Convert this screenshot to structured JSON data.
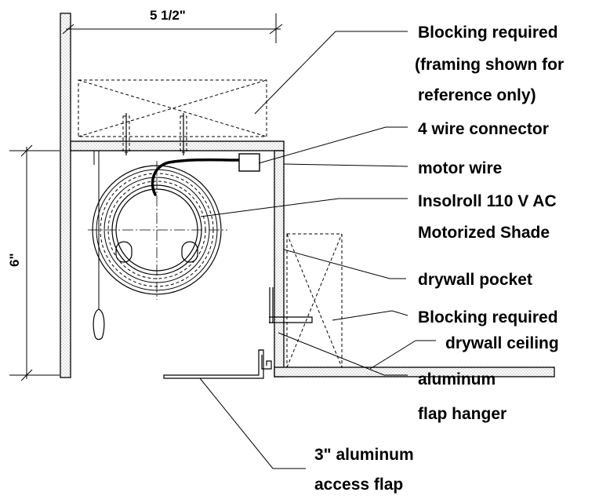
{
  "diagram": {
    "dimensions": {
      "width": "5 1/2\"",
      "height": "6\""
    },
    "labels": {
      "blocking_top_1": "Blocking required",
      "blocking_top_2": "(framing shown for",
      "blocking_top_3": "reference only)",
      "connector": "4 wire connector",
      "motor_wire": "motor wire",
      "shade_1": "Insolroll 110 V AC",
      "shade_2": "Motorized Shade",
      "drywall_pocket": "drywall pocket",
      "blocking_right": "Blocking required",
      "drywall_ceiling": "drywall ceiling",
      "flap_hanger_1": "aluminum",
      "flap_hanger_2": "flap hanger",
      "access_flap_1": "3\" aluminum",
      "access_flap_2": "access flap"
    }
  }
}
